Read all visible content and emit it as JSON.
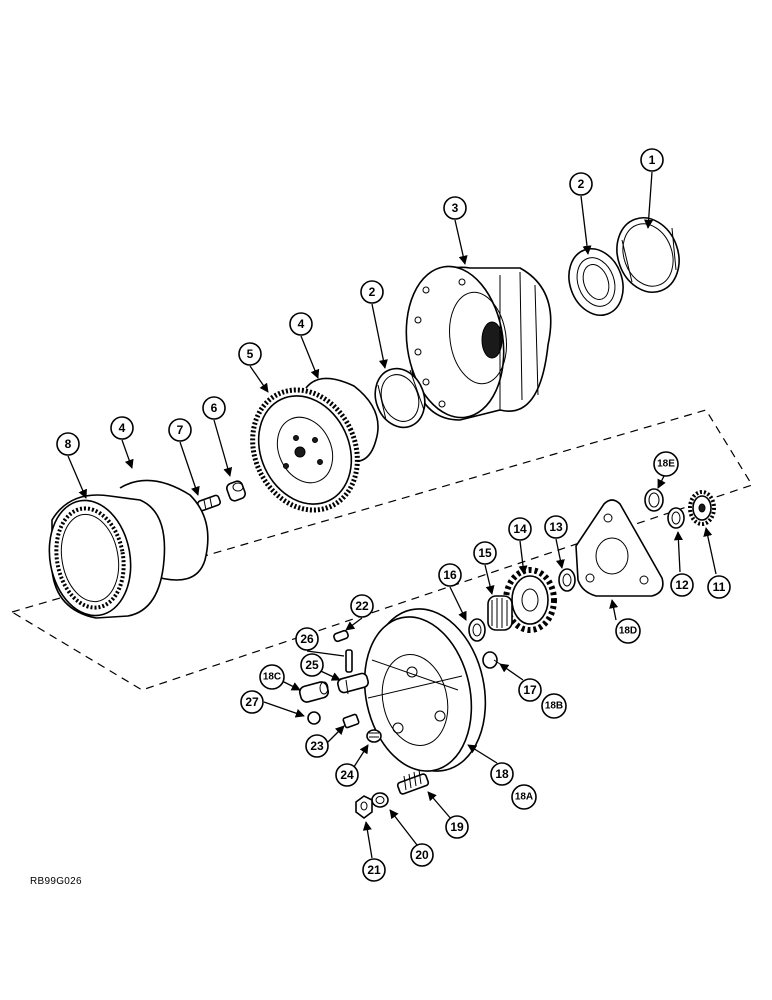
{
  "drawing_id": "RB99G026",
  "callouts": [
    "1",
    "2",
    "3",
    "2",
    "4",
    "5",
    "4",
    "7",
    "6",
    "8",
    "18E",
    "13",
    "14",
    "15",
    "16",
    "22",
    "26",
    "25",
    "18C",
    "27",
    "23",
    "24",
    "19",
    "20",
    "21",
    "18",
    "18A",
    "17",
    "18B",
    "18D",
    "12",
    "11"
  ]
}
